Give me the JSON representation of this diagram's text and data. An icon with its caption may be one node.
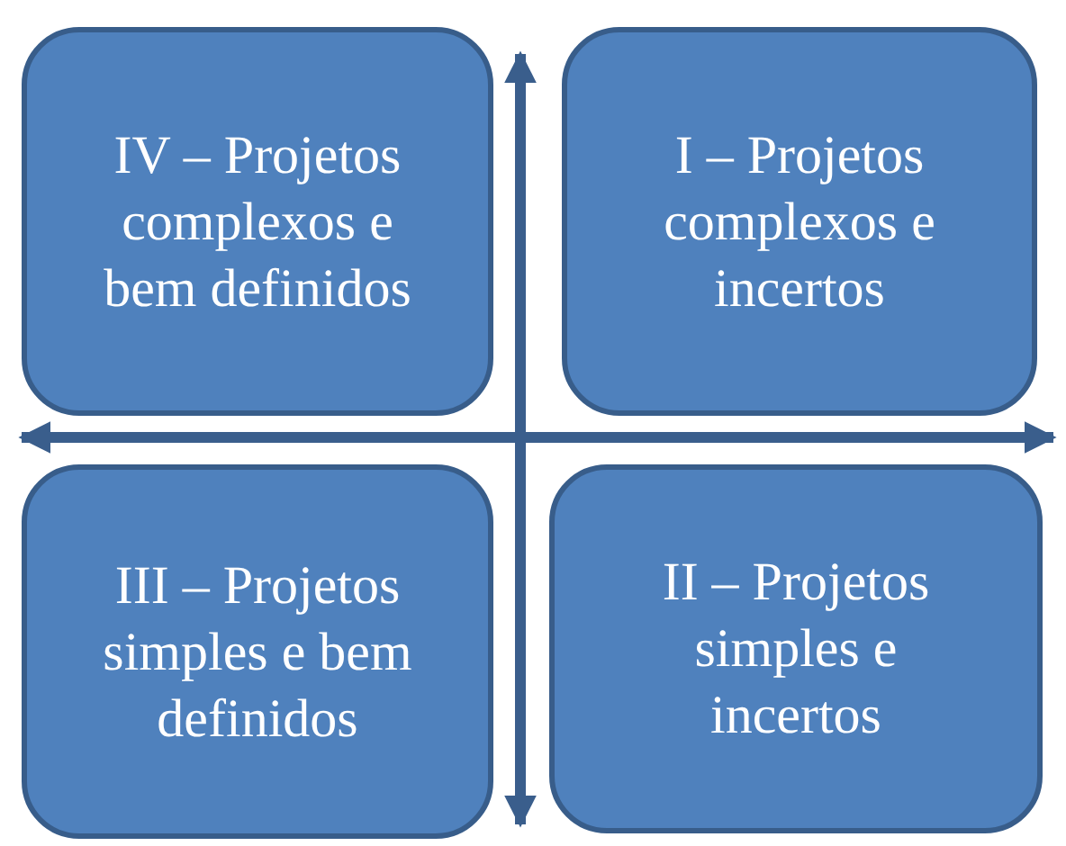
{
  "diagram": {
    "nodes": [
      {
        "text": [
          "IV – Projetos complexos e bem definidos"
        ]
      },
      {
        "text": [
          "I – Projetos complexos e incertos"
        ]
      },
      {
        "text": [
          "III – Projetos simples e bem definidos"
        ]
      },
      {
        "text": [
          "II – Projetos simples e incertos"
        ]
      }
    ]
  }
}
